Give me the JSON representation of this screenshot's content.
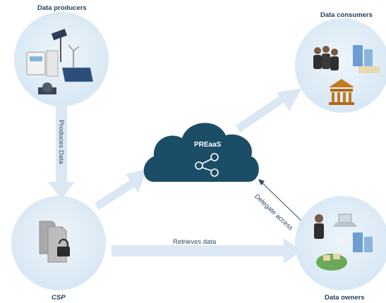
{
  "nodes": {
    "producers": {
      "label": "Data producers"
    },
    "consumers": {
      "label": "Data consumers"
    },
    "csp": {
      "label": "CSP"
    },
    "owners": {
      "label": "Data owners"
    },
    "service": {
      "label": "PREaaS"
    }
  },
  "edges": {
    "produces": "Produces Data",
    "retrieves": "Retrieves data",
    "delegate": "Delegate access"
  },
  "colors": {
    "circle": "#dcebf6",
    "arrow": "#dbe8f4",
    "cloud": "#1c4d66",
    "title_text": "#23405f"
  }
}
